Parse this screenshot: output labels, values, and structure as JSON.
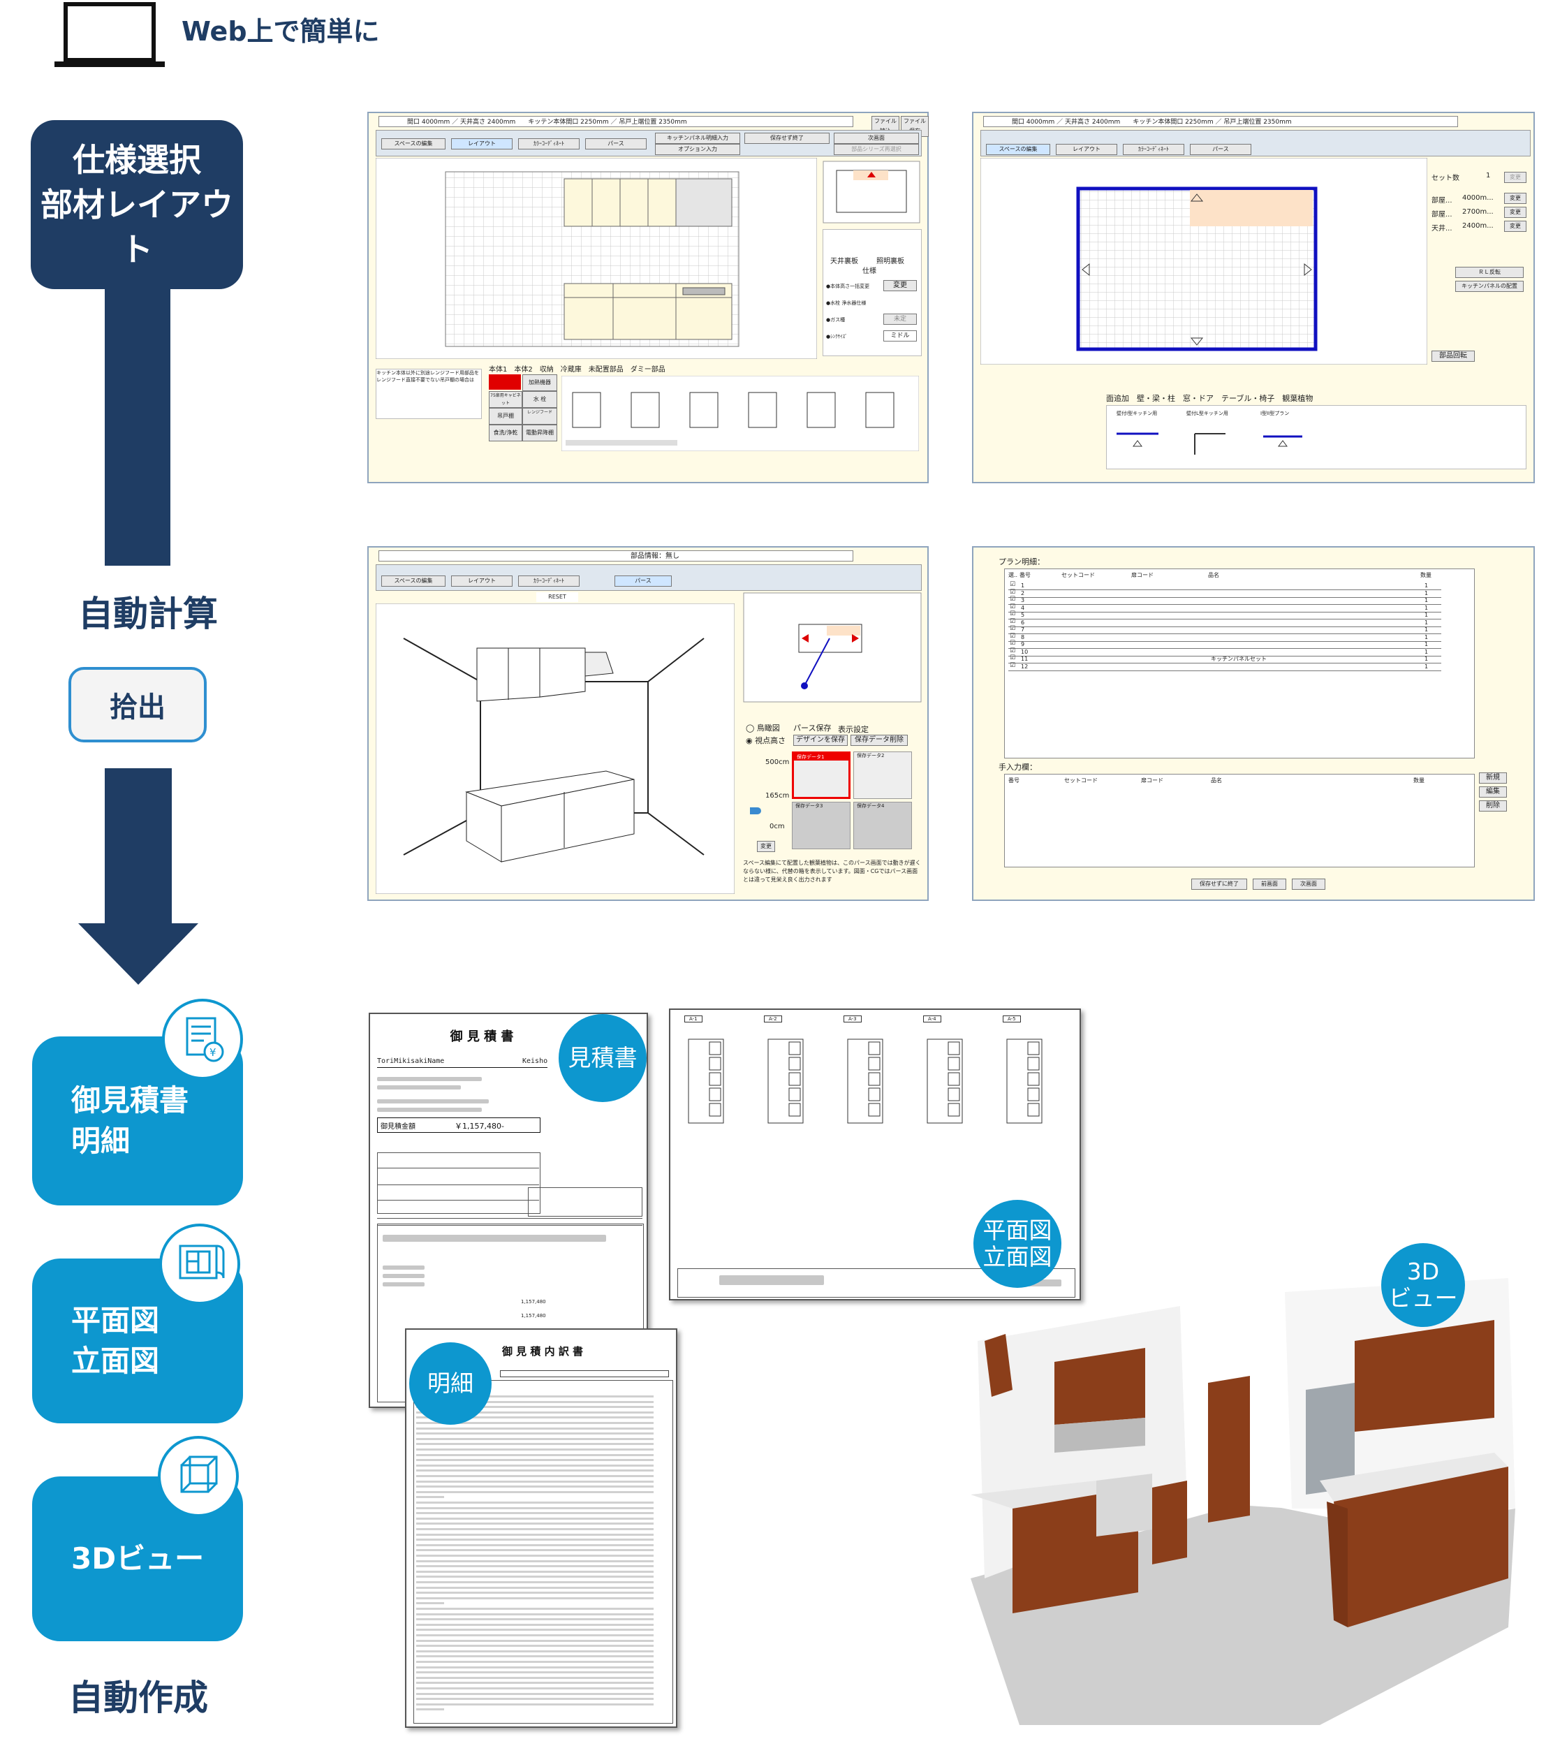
{
  "header": {
    "text": "Web上で簡単に"
  },
  "flow": {
    "step1": [
      "仕様選択",
      "部材レイアウト"
    ],
    "step2": "自動計算",
    "step2_sub": "拾出",
    "outputs": [
      {
        "lines": [
          "御見積書",
          "明細"
        ]
      },
      {
        "lines": [
          "平面図",
          "立面図"
        ]
      },
      {
        "lines": [
          "3Dビュー"
        ]
      }
    ],
    "step3": "自動作成"
  },
  "badges": {
    "estimate": "見積書",
    "detail": "明細",
    "drawing": [
      "平面図",
      "立面図"
    ],
    "view3d": [
      "3D",
      "ビュー"
    ]
  },
  "shot1": {
    "top": "間口 4000mm ／ 天井高さ 2400mm　　キッテン本体間口 2250mm ／ 吊戸上端位置 2350mm",
    "tabs": [
      "スペースの編集",
      "レイアウト",
      "ｶﾗｰｺｰﾃﾞｨﾈｰﾄ",
      "パース"
    ],
    "buttons": [
      "ファイル読込",
      "ファイル保存",
      "キッチンパネル明細入力",
      "保存せず終了",
      "次画面",
      "オプション入力",
      "部品シリーズ再選択"
    ],
    "parts_tabs": "本体1　本体2　収納　冷蔵庫　未配置部品　ダミー部品",
    "side": [
      "天井裏板",
      "照明裏板",
      "仕様",
      "●本体高さ一括変更",
      "●水栓 浄水器仕様",
      "●ガス種",
      "●ｼﾝｸｻｲｽﾞ"
    ],
    "side_values": [
      "変更",
      "未定",
      "ミドル"
    ],
    "cats": [
      "加熱機器",
      "75扉用キャビネット",
      "水 栓",
      "吊戸棚",
      "レンジフード",
      "食洗/浄乾",
      "電動昇降棚"
    ],
    "note": "キッチン本体以外に別途レンジフード用部品をレンジフード直接不要でない吊戸棚の場合は"
  },
  "shot2": {
    "top": "間口 4000mm ／ 天井高さ 2400mm　　キッチン本体間口 2250mm ／ 吊戸上端位置 2350mm",
    "tabs": [
      "スペースの編集",
      "レイアウト",
      "ｶﾗｰｺｰﾃﾞｨﾈｰﾄ",
      "パース"
    ],
    "right": [
      "セット数",
      "1",
      "部屋...",
      "4000m...",
      "部屋...",
      "2700m...",
      "天井...",
      "2400m...",
      "ＲＬ反転",
      "キッチンパネルの配置",
      "部品回転"
    ],
    "right_btn": "変更",
    "bottom_tabs": "面追加　壁・梁・柱　窓・ドア　テーブル・椅子　観葉植物",
    "bottom_items": [
      "壁付I型キッチン用",
      "壁付L型キッチン用",
      "I型II型プラン"
    ]
  },
  "shot3": {
    "top": "部品情報：無し",
    "tabs": [
      "スペースの編集",
      "レイアウト",
      "ｶﾗｰｺｰﾃﾞｨﾈｰﾄ",
      "パース"
    ],
    "reset": "RESET",
    "opts": [
      "◯ 鳥瞰図",
      "◉ 視点高さ",
      "パース保存",
      "表示設定",
      "デザインを保存",
      "保存データ削除"
    ],
    "heights": [
      "500cm",
      "165cm",
      "0cm"
    ],
    "slots": [
      "保存データ1",
      "保存データ2",
      "保存データ3",
      "保存データ4"
    ],
    "change": "変更",
    "note": "スペース編集にて配置した観葉植物は、このパース画面では動きが遅くならない様に、代替の箱を表示しています。図面・CGではパース画面とは違って見栄え良く出力されます"
  },
  "shot4": {
    "plan_title": "プラン明細：",
    "cols": [
      "選..",
      "番号",
      "セットコード",
      "扉コード",
      "品名",
      "数量"
    ],
    "rows": [
      "1",
      "2",
      "3",
      "4",
      "5",
      "6",
      "7",
      "8",
      "9",
      "10",
      "11",
      "12"
    ],
    "panel_row": "キッチンパネルセット",
    "manual_title": "手入力欄：",
    "manual_cols": [
      "番号",
      "セットコード",
      "扉コード",
      "品名",
      "数量"
    ],
    "side_btns": [
      "新規",
      "編集",
      "削除"
    ],
    "foot_btns": [
      "保存せずに終了",
      "前画面",
      "次画面"
    ]
  },
  "estimate": {
    "title": "御 見 積 書",
    "to": "ToriMikisakiName",
    "honorific": "Keisho",
    "amount_label": "御見積金額",
    "amount": "￥1,157,480-",
    "totals": [
      "1,157,480",
      "1,157,480"
    ]
  },
  "detail": {
    "title": "御 見 積 内 訳 書"
  },
  "drawing": {
    "labels": [
      "A-1",
      "A-2",
      "A-3",
      "A-4",
      "A-5"
    ]
  }
}
